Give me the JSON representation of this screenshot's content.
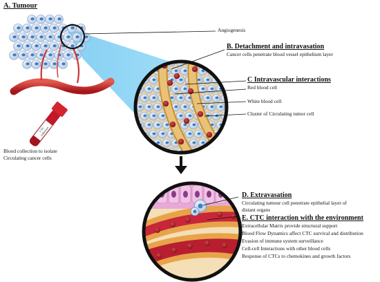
{
  "section_a": {
    "title": "A. Tumour"
  },
  "angiogenesis": {
    "label": "Angiogenesis"
  },
  "section_b": {
    "title": "B. Detachment and intravasation",
    "desc": "Cancer cells penetrate blood vessel epithelium layer"
  },
  "section_c": {
    "title": "C Intravascular interactions",
    "labels": [
      "Red blood cell",
      "White blood cell",
      "Cluster of Circulating tumor cell"
    ]
  },
  "tube": {
    "label_line1": "CTC",
    "label_line2": "collection"
  },
  "blood_collection": {
    "line1": "Blood collection to isolate",
    "line2": "Circulating cancer cells"
  },
  "section_d": {
    "title": "D. Extravasation",
    "line1": "Circulating tumour cell penetrate epithelial layer of",
    "line2": "distant organs"
  },
  "section_e": {
    "title": "E. CTC interaction with the environment",
    "items": [
      "Extracellular Matrix provide structural support",
      "Blood Flow Dynamics affect CTC survival and distribution",
      "Evasion of immune system surveillance",
      "Cell-cell Interactions with other blood cells",
      "Response of CTCs to chemokines and growth factors"
    ]
  },
  "colors": {
    "vessel": "#c9282a",
    "vessel_wall": "#d9a85a",
    "tumor_cell": "#c7d8ee",
    "nucleus": "#3b7fc4",
    "rbc": "#a8202a",
    "epithelium": "#e8a9d6",
    "funnel": "#6ec8f0"
  }
}
